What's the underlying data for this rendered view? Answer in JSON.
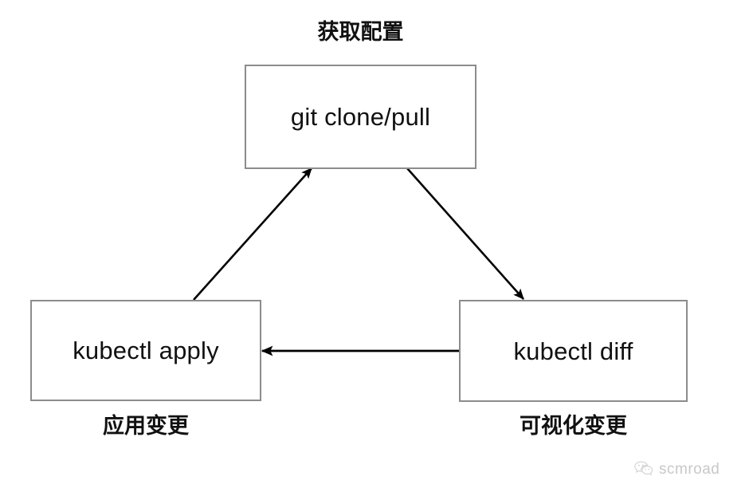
{
  "diagram": {
    "title_top": "获取配置",
    "nodes": [
      {
        "id": "git",
        "label": "git clone/pull"
      },
      {
        "id": "apply",
        "label": "kubectl apply"
      },
      {
        "id": "diff",
        "label": "kubectl diff"
      }
    ],
    "captions": {
      "top": "获取配置",
      "left": "应用变更",
      "right": "可视化变更"
    },
    "edges": [
      {
        "id": "apply-to-git",
        "from": "apply",
        "to": "git",
        "style": "diagonal-up-right",
        "arrow": "end"
      },
      {
        "id": "git-to-diff",
        "from": "git",
        "to": "diff",
        "style": "diagonal-down-right",
        "arrow": "end"
      },
      {
        "id": "diff-to-apply",
        "from": "diff",
        "to": "apply",
        "style": "horizontal-left",
        "arrow": "end"
      }
    ],
    "colors": {
      "box_border": "#8c8c8c",
      "text": "#111111",
      "edge": "#000000",
      "background": "#ffffff",
      "watermark": "#c8c8c8"
    }
  },
  "watermark": {
    "icon": "wechat-bubble-icon",
    "text": "scmroad"
  }
}
